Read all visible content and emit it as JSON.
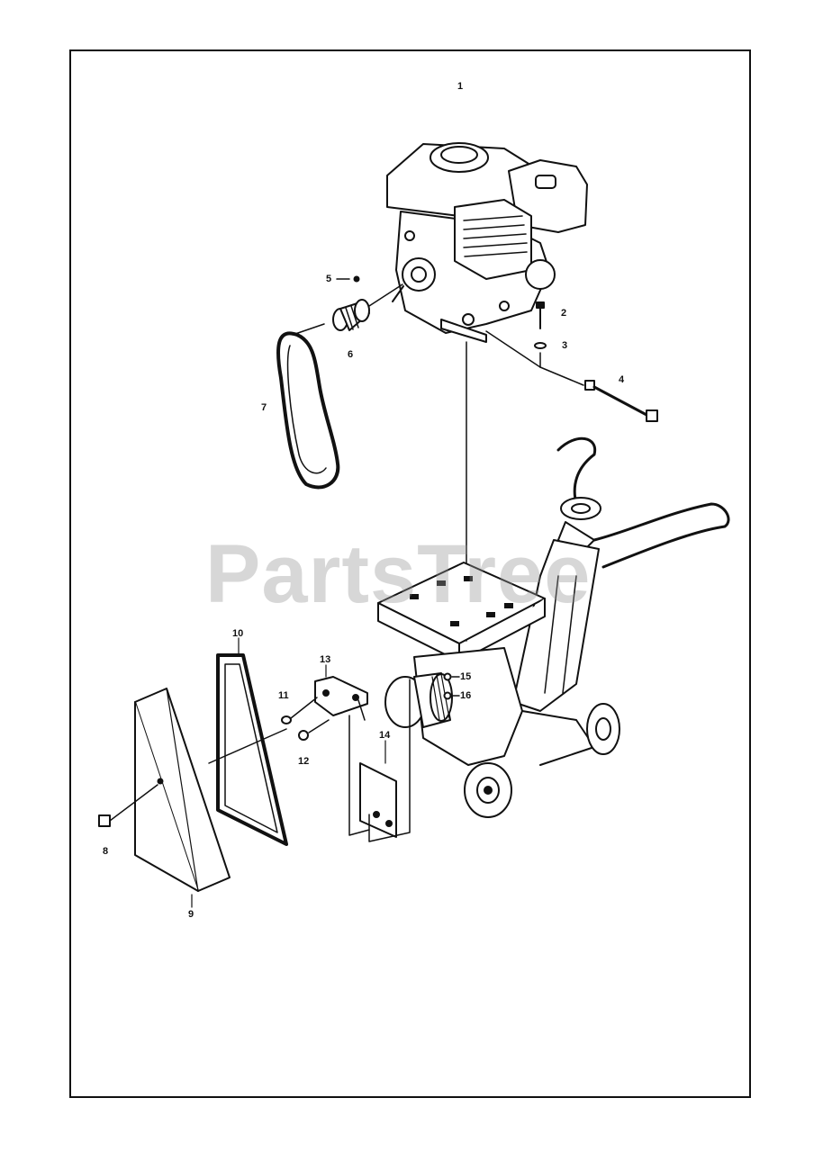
{
  "diagram": {
    "watermark": "PartsTree",
    "callouts": [
      {
        "id": "1",
        "label": "1"
      },
      {
        "id": "2",
        "label": "2"
      },
      {
        "id": "3",
        "label": "3"
      },
      {
        "id": "4",
        "label": "4"
      },
      {
        "id": "5",
        "label": "5"
      },
      {
        "id": "6",
        "label": "6"
      },
      {
        "id": "7",
        "label": "7"
      },
      {
        "id": "8",
        "label": "8"
      },
      {
        "id": "9",
        "label": "9"
      },
      {
        "id": "10",
        "label": "10"
      },
      {
        "id": "11",
        "label": "11"
      },
      {
        "id": "12",
        "label": "12"
      },
      {
        "id": "13",
        "label": "13"
      },
      {
        "id": "14",
        "label": "14"
      },
      {
        "id": "15",
        "label": "15"
      },
      {
        "id": "16",
        "label": "16"
      }
    ]
  }
}
